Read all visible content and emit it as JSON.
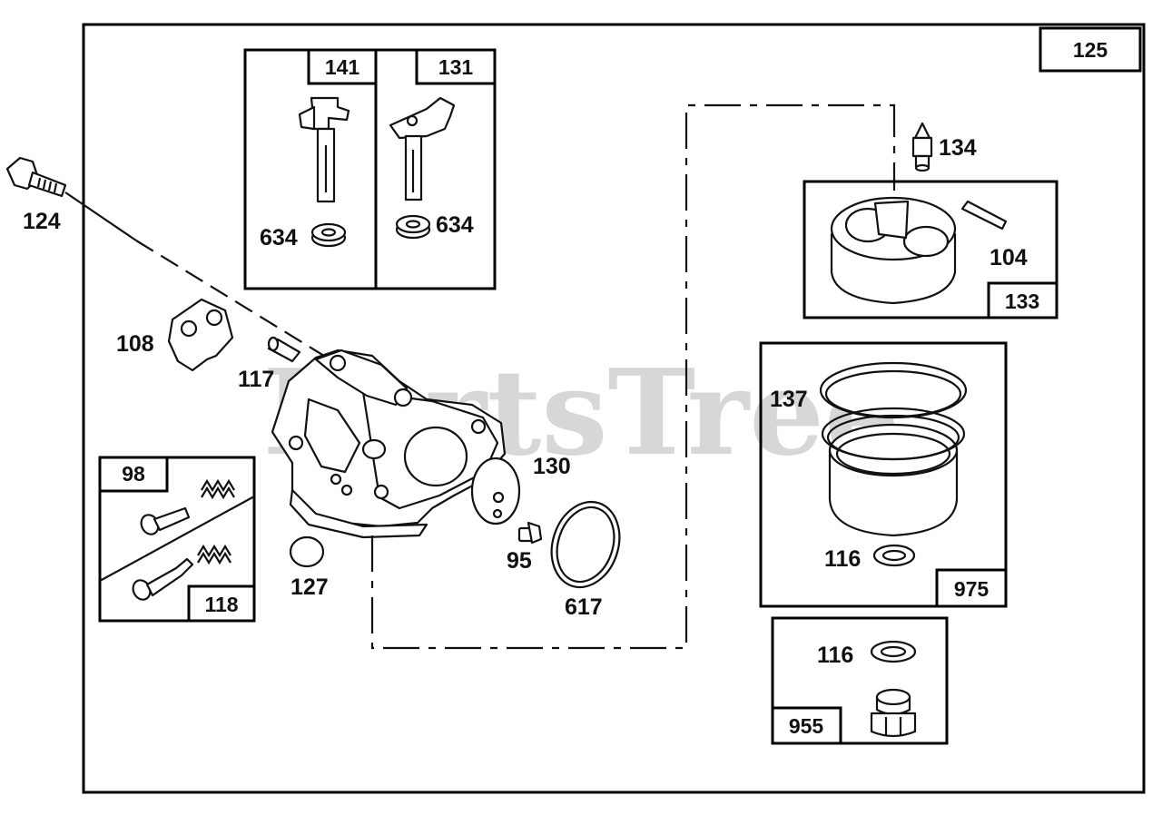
{
  "watermark": "PartsTree",
  "assembly_number": "125",
  "kits": {
    "k141": "141",
    "k131": "131",
    "k98": "98",
    "k118": "118",
    "k133": "133",
    "k975": "975",
    "k955": "955"
  },
  "parts": {
    "p124": "124",
    "p108": "108",
    "p117": "117",
    "p634a": "634",
    "p634b": "634",
    "p134": "134",
    "p104": "104",
    "p137": "137",
    "p116a": "116",
    "p116b": "116",
    "p130": "130",
    "p95": "95",
    "p617": "617",
    "p127": "127"
  }
}
